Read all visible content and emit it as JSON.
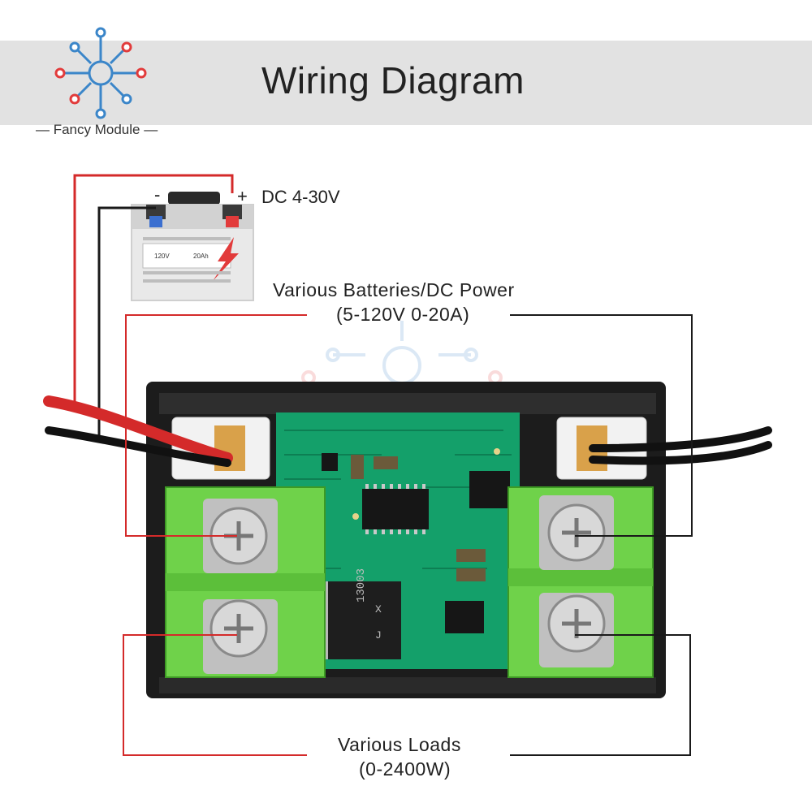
{
  "header": {
    "title": "Wiring Diagram",
    "brand": "— Fancy Module —"
  },
  "battery": {
    "minus_label": "-",
    "plus_label": "+",
    "dc_label": "DC 4-30V",
    "voltage_label": "120V",
    "capacity_label": "20Ah"
  },
  "labels": {
    "source_line1": "Various Batteries/DC Power",
    "source_line2": "(5-120V  0-20A)",
    "load_line1": "Various Loads",
    "load_line2": "(0-2400W)"
  },
  "module": {
    "chip_marking_1": "13003",
    "chip_marking_2": "X",
    "chip_marking_3": "J"
  },
  "colors": {
    "wire_red": "#d42a2a",
    "wire_black": "#1a1a1a",
    "terminal_green": "#6fd24a",
    "pcb_green": "#14a06a",
    "housing": "#1c1c1c",
    "header_band": "#e2e2e2"
  }
}
